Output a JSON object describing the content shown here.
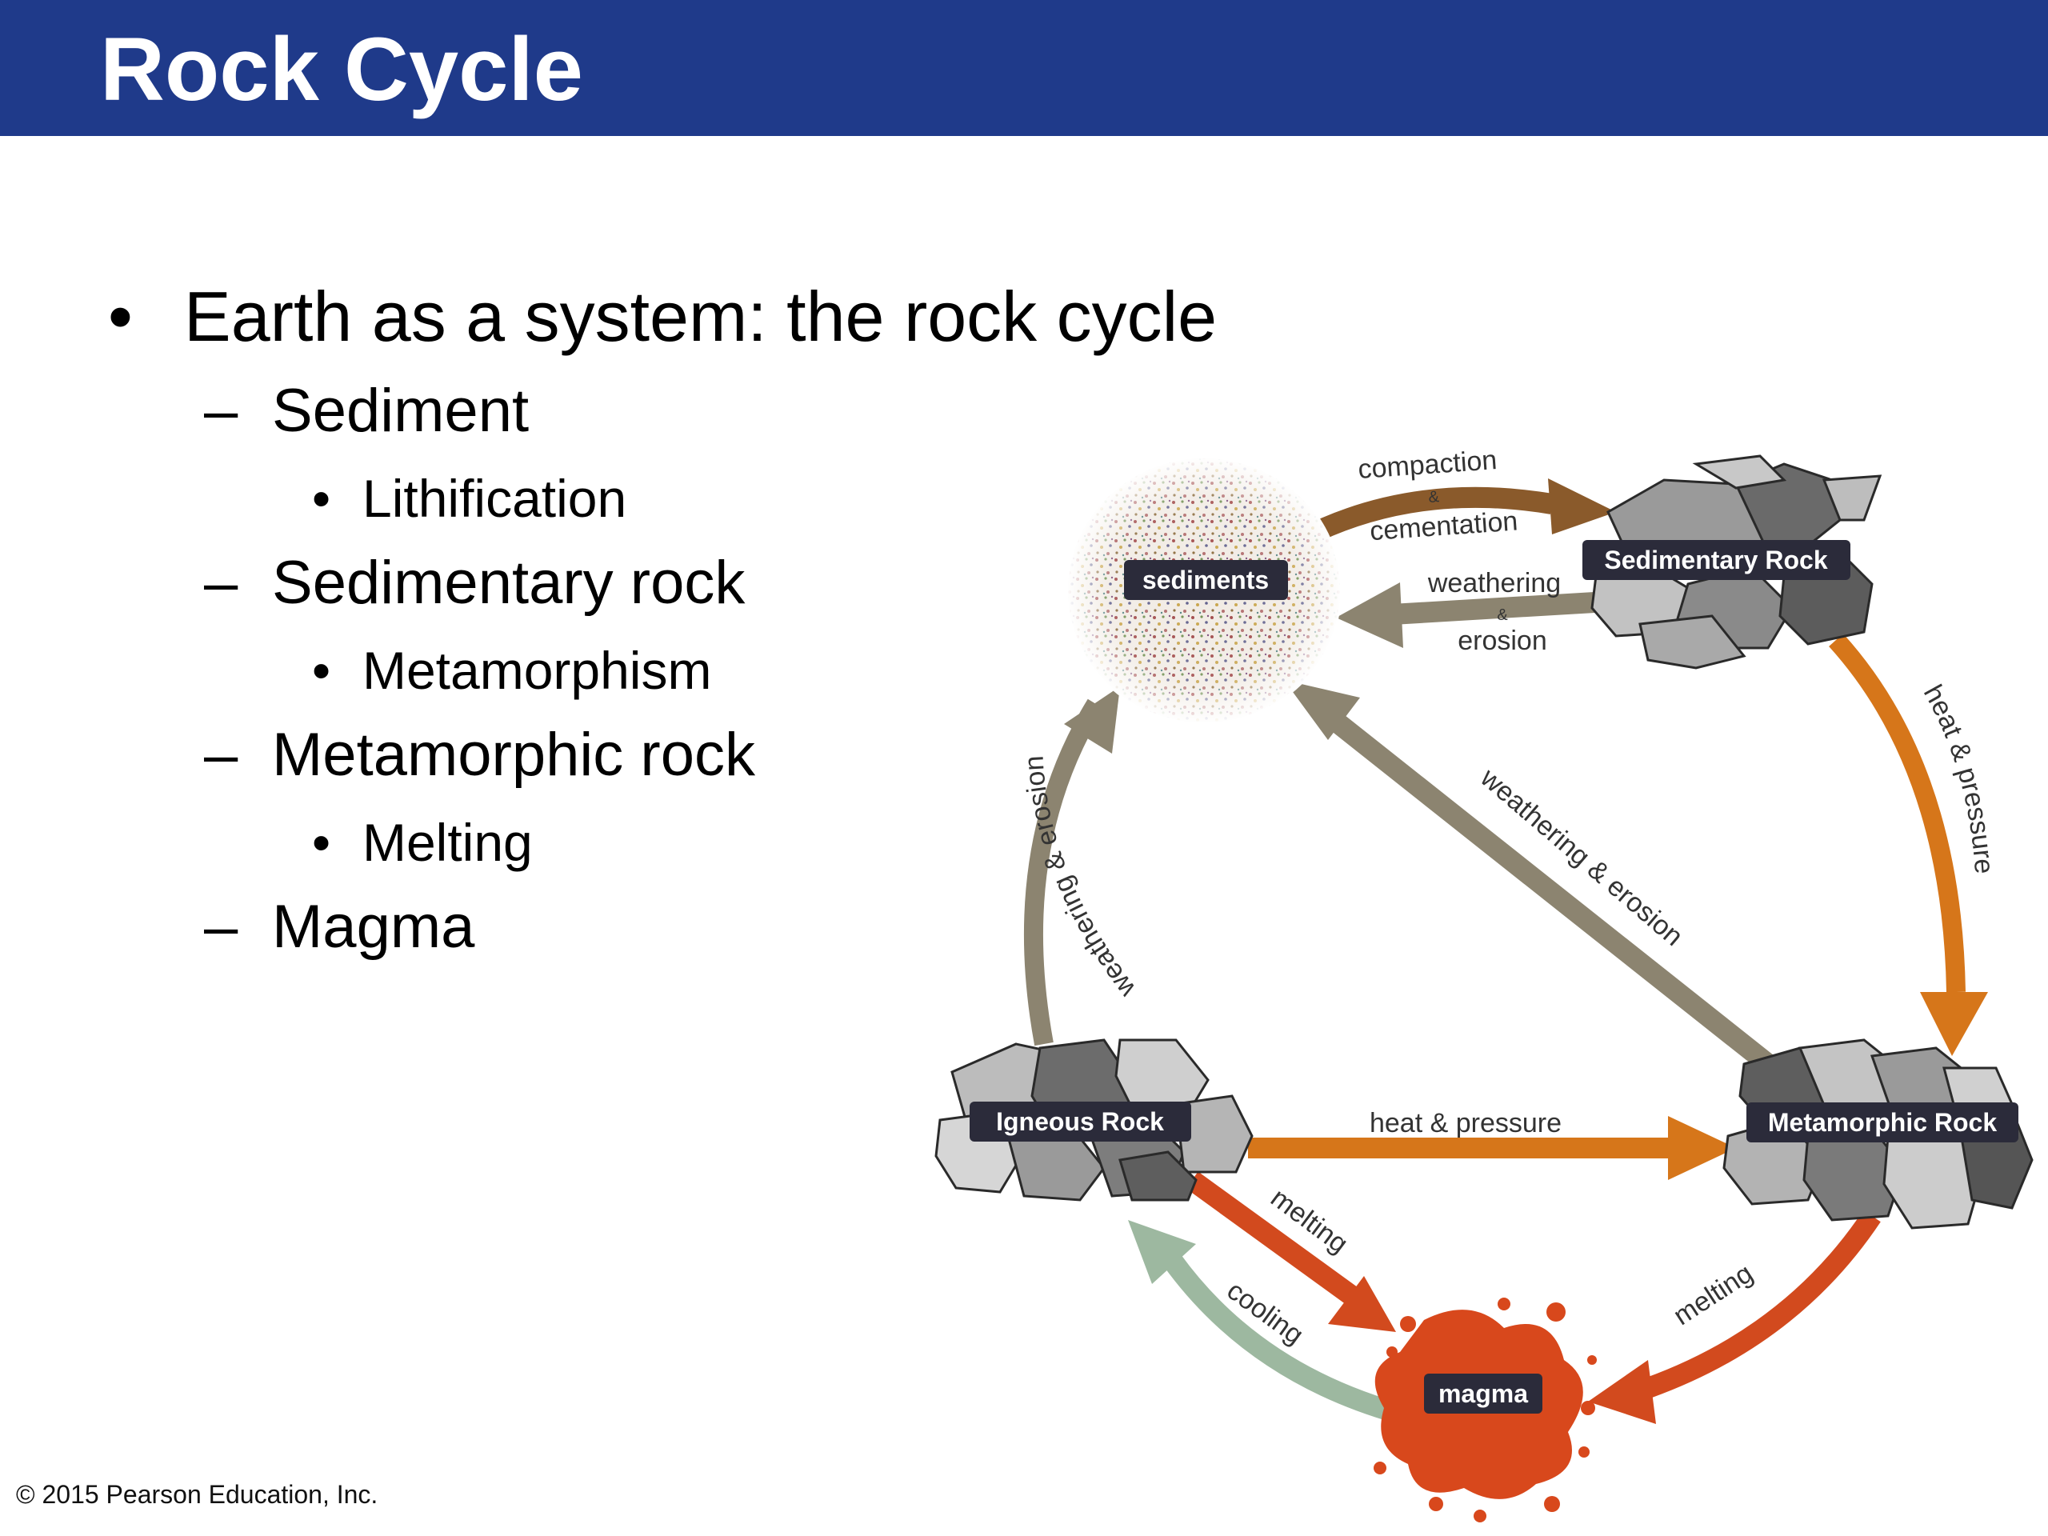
{
  "slide": {
    "title": "Rock Cycle",
    "bullets": [
      {
        "level": 1,
        "marker": "•",
        "text": "Earth as a system: the rock cycle"
      },
      {
        "level": 2,
        "marker": "–",
        "text": "Sediment"
      },
      {
        "level": 3,
        "marker": "•",
        "text": "Lithification"
      },
      {
        "level": 2,
        "marker": "–",
        "text": "Sedimentary rock"
      },
      {
        "level": 3,
        "marker": "•",
        "text": "Metamorphism"
      },
      {
        "level": 2,
        "marker": "–",
        "text": "Metamorphic rock"
      },
      {
        "level": 3,
        "marker": "•",
        "text": "Melting"
      },
      {
        "level": 2,
        "marker": "–",
        "text": "Magma"
      }
    ],
    "copyright": "© 2015 Pearson Education, Inc."
  },
  "diagram": {
    "nodes": {
      "sediments": "sediments",
      "sedimentary_rock": "Sedimentary Rock",
      "igneous_rock": "Igneous Rock",
      "metamorphic_rock": "Metamorphic Rock",
      "magma": "magma"
    },
    "arrows": {
      "compaction_top": "compaction",
      "compaction_amp": "&",
      "compaction_bottom": "cementation",
      "sed_weather_top": "weathering",
      "sed_weather_amp": "&",
      "sed_weather_bottom": "erosion",
      "igneous_weathering": "weathering & erosion",
      "metamorphic_weathering": "weathering & erosion",
      "sedimentary_heat": "heat & pressure",
      "igneous_heat": "heat & pressure",
      "igneous_melting": "melting",
      "metamorphic_melting": "melting",
      "cooling": "cooling"
    },
    "colors": {
      "title_bar": "#1f3a8a",
      "weathering_arrow": "#8c8470",
      "compaction_arrow": "#8a5a2b",
      "heat_arrow": "#d6761a",
      "melting_arrow": "#d24a1e",
      "cooling_arrow": "#9db8a0",
      "label_box": "#2b2b3a",
      "magma": "#d8481c"
    }
  }
}
